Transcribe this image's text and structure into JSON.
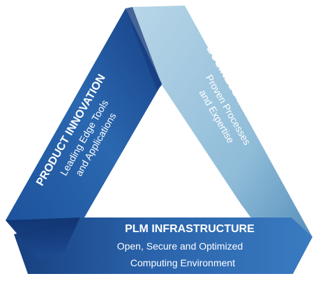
{
  "segments": {
    "product": {
      "title": "PRODUCT INNOVATION",
      "line1": "Leading Edge Tools",
      "line2": "and Applications"
    },
    "business": {
      "title": "BUSINESS INNOVATION",
      "line1": "Proven Processes",
      "line2": "and Expertise"
    },
    "infrastructure": {
      "title": "PLM INFRASTRUCTURE",
      "line1": "Open, Secure and Optimized",
      "line2": "Computing Environment"
    }
  },
  "colors": {
    "left_light": "#2f6fb4",
    "left_dark": "#123f86",
    "right_light": "#a9cde2",
    "right_dark": "#4d8cbc",
    "bottom_light": "#2b6ab0",
    "bottom_dark": "#13357a",
    "text": "#ffffff"
  }
}
